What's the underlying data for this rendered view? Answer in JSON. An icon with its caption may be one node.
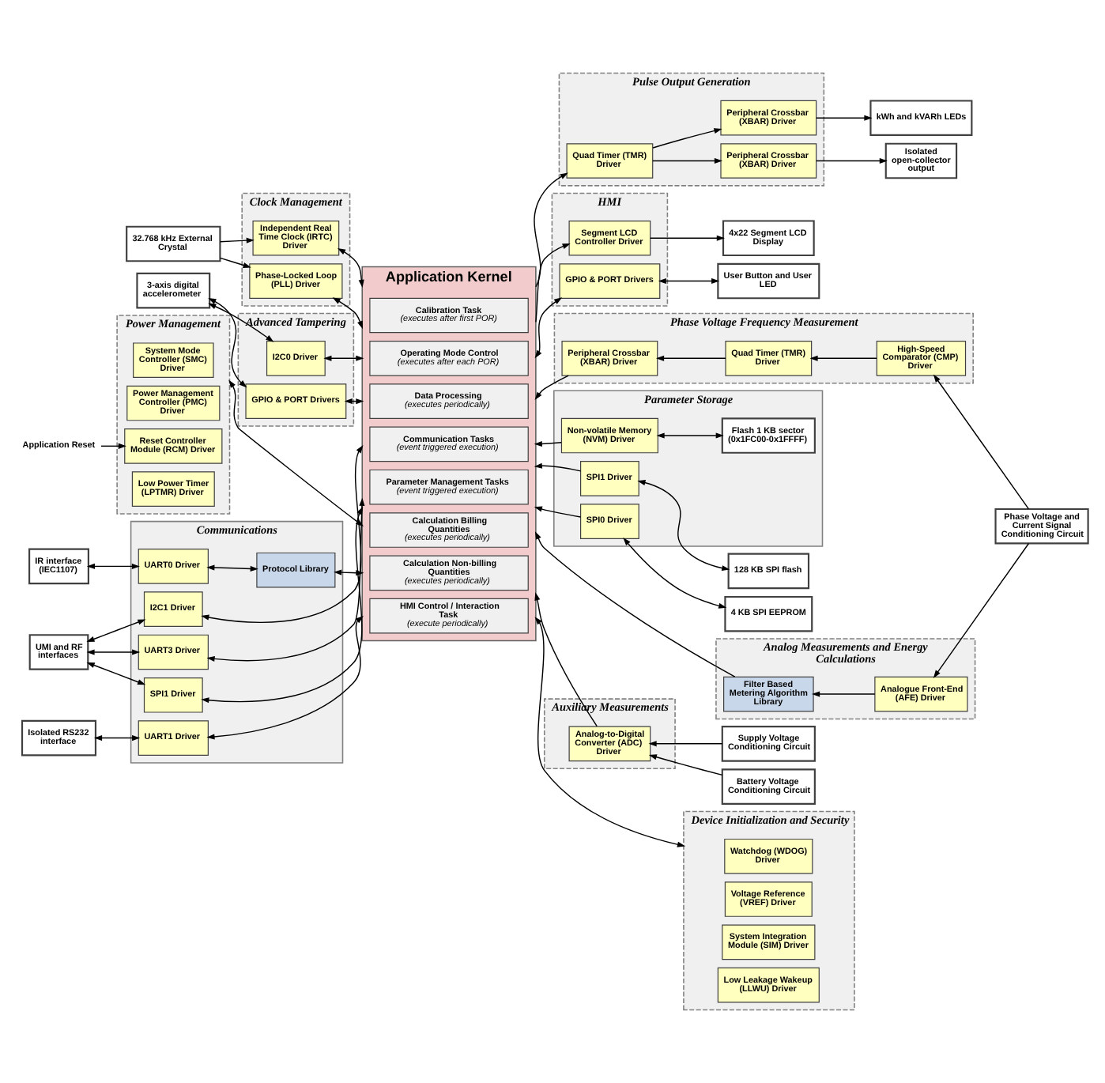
{
  "diagram": {
    "nodes": [
      {
        "text": [
          "Communications"
        ]
      },
      {
        "text": [
          "UART0 Driver"
        ],
        "in": 0
      },
      {
        "text": [
          "Protocol Library"
        ],
        "in": 0
      },
      {
        "text": [
          "UART1 Driver"
        ],
        "in": 0
      },
      {
        "text": [
          "I2C1 Driver"
        ],
        "in": 0
      },
      {
        "text": [
          "UART3 Driver"
        ],
        "in": 0
      },
      {
        "text": [
          "SPI1 Driver"
        ],
        "in": 0
      },
      {
        "text": [
          "IR interface (IEC1107)"
        ]
      },
      {
        "text": [
          "Isolated RS232 interface"
        ]
      },
      {
        "text": [
          "UMI and RF interfaces"
        ]
      },
      {
        "text": [
          "HMI"
        ]
      },
      {
        "text": [
          "Segment LCD Controller Driver"
        ],
        "in": 10
      },
      {
        "text": [
          "GPIO & PORT Drivers"
        ],
        "in": 10
      },
      {
        "text": [
          "4x22 Segment LCD Display"
        ]
      },
      {
        "text": [
          "User Button and User LED"
        ]
      },
      {
        "text": [
          "Application Kernel"
        ]
      },
      {
        "text": [
          "Calibration Task",
          "(executes after first POR)"
        ],
        "in": 15
      },
      {
        "text": [
          "Operating Mode Control",
          "(executes after each POR)"
        ],
        "in": 15
      },
      {
        "text": [
          "Data Processing",
          "(executes periodically)"
        ],
        "in": 15
      },
      {
        "text": [
          "Calculation Billing Quantities",
          "(executes periodically)"
        ],
        "in": 15
      },
      {
        "text": [
          "Calculation Non-billing Quantities",
          "(executes periodically)"
        ],
        "in": 15
      },
      {
        "text": [
          "HMI Control / Interaction Task",
          "(execute periodically)"
        ],
        "in": 15
      },
      {
        "text": [
          "Communication Tasks",
          "(event triggered execution)"
        ],
        "in": 15
      },
      {
        "text": [
          "Parameter Management Tasks",
          "(event triggered execution)"
        ],
        "in": 15
      },
      {
        "text": [
          "Pulse Output Generation"
        ]
      },
      {
        "text": [
          "Quad Timer (TMR) Driver"
        ],
        "in": 24
      },
      {
        "text": [
          "Peripheral Crossbar (XBAR) Driver"
        ],
        "in": 24
      },
      {
        "text": [
          "Peripheral Crossbar (XBAR) Driver"
        ],
        "in": 24
      },
      {
        "text": [
          "Isolated open-collector output"
        ]
      },
      {
        "text": [
          "kWh and kVARh LEDs"
        ]
      },
      {
        "text": [
          "Phase Voltage Frequency Measurement"
        ]
      },
      {
        "text": [
          "Quad Timer (TMR) Driver"
        ],
        "in": 30
      },
      {
        "text": [
          "High-Speed Comparator (CMP) Driver"
        ],
        "in": 30
      },
      {
        "text": [
          "Peripheral Crossbar (XBAR) Driver"
        ],
        "in": 30
      },
      {
        "text": [
          "Analog Measurements and Energy Calculations"
        ]
      },
      {
        "text": [
          "Filter Based Metering Algorithm Library"
        ],
        "in": 34
      },
      {
        "text": [
          "Analogue Front-End (AFE) Driver"
        ],
        "in": 34
      },
      {
        "text": [
          "Phase Voltage and Current Signal Conditioning Circuit"
        ]
      },
      {
        "text": [
          "Auxiliary Measurements"
        ]
      },
      {
        "text": [
          "Analog-to-Digital Converter (ADC) Driver"
        ],
        "in": 38
      },
      {
        "text": [
          "Battery Voltage Conditioning Circuit"
        ]
      },
      {
        "text": [
          "Supply Voltage Conditioning Circuit"
        ]
      },
      {
        "text": [
          "Device Initialization and Security"
        ]
      },
      {
        "text": [
          "Watchdog (WDOG) Driver"
        ],
        "in": 42
      },
      {
        "text": [
          "Voltage Reference (VREF) Driver"
        ],
        "in": 42
      },
      {
        "text": [
          "System Integration Module (SIM) Driver"
        ],
        "in": 42
      },
      {
        "text": [
          "Low Leakage Wakeup (LLWU) Driver"
        ],
        "in": 42
      },
      {
        "text": [
          "Clock Management"
        ]
      },
      {
        "text": [
          "Independent Real Time Clock (IRTC) Driver"
        ],
        "in": 47
      },
      {
        "text": [
          "Phase-Locked Loop (PLL) Driver"
        ],
        "in": 47
      },
      {
        "text": [
          "32.768 kHz External Crystal"
        ]
      },
      {
        "text": [
          "Advanced Tampering"
        ]
      },
      {
        "text": [
          "I2C0 Driver"
        ],
        "in": 51
      },
      {
        "text": [
          "GPIO & PORT Drivers"
        ],
        "in": 51
      },
      {
        "text": [
          "3-axis digital accelerometer"
        ]
      },
      {
        "text": [
          "Power Management"
        ]
      },
      {
        "text": [
          "System Mode Controller (SMC) Driver"
        ],
        "in": 55
      },
      {
        "text": [
          "Power Management Controller (PMC) Driver"
        ],
        "in": 55
      },
      {
        "text": [
          "Reset Controller Module (RCM) Driver"
        ],
        "in": 55
      },
      {
        "text": [
          "Low Power Timer (LPTMR) Driver"
        ],
        "in": 55
      },
      {
        "text": [
          "Application Reset"
        ]
      },
      {
        "text": [
          "Parameter Storage"
        ]
      },
      {
        "text": [
          "Non-volatile Memory (NVM) Driver"
        ],
        "in": 61
      },
      {
        "text": [
          "SPI1 Driver"
        ],
        "in": 61
      },
      {
        "text": [
          "SPI0 Driver"
        ],
        "in": 61
      },
      {
        "text": [
          "Flash 1 KB sector (0x1FC00-0x1FFFF)"
        ],
        "in": 61
      },
      {
        "text": [
          "128 KB SPI flash"
        ]
      },
      {
        "text": [
          "4 KB SPI EEPROM"
        ]
      }
    ],
    "edges": [
      {
        "from": 7,
        "to": 1,
        "arrow": "both"
      },
      {
        "from": 1,
        "to": 2,
        "arrow": "both"
      },
      {
        "from": 2,
        "to": 15,
        "arrow": "both"
      },
      {
        "from": 8,
        "to": 3,
        "arrow": "both"
      },
      {
        "from": 3,
        "to": 15,
        "arrow": "both"
      },
      {
        "from": 4,
        "to": 15,
        "arrow": "both"
      },
      {
        "from": 5,
        "to": 15,
        "arrow": "both"
      },
      {
        "from": 6,
        "to": 15,
        "arrow": "both"
      },
      {
        "from": 9,
        "to": 4,
        "arrow": "both"
      },
      {
        "from": 9,
        "to": 5,
        "arrow": "both"
      },
      {
        "from": 9,
        "to": 6,
        "arrow": "both"
      },
      {
        "from": 15,
        "to": 11,
        "arrow": "to"
      },
      {
        "from": 11,
        "to": 13,
        "arrow": "to"
      },
      {
        "from": 15,
        "to": 12,
        "arrow": "both"
      },
      {
        "from": 12,
        "to": 14,
        "arrow": "both"
      },
      {
        "from": 15,
        "to": 25,
        "arrow": "to"
      },
      {
        "from": 25,
        "to": 26,
        "arrow": "to"
      },
      {
        "from": 25,
        "to": 27,
        "arrow": "to"
      },
      {
        "from": 26,
        "to": 28,
        "arrow": "to"
      },
      {
        "from": 27,
        "to": 29,
        "arrow": "to"
      },
      {
        "from": 32,
        "to": 31,
        "arrow": "to"
      },
      {
        "from": 31,
        "to": 33,
        "arrow": "to"
      },
      {
        "from": 33,
        "to": 15,
        "arrow": "to"
      },
      {
        "from": 37,
        "to": 32,
        "arrow": "to"
      },
      {
        "from": 37,
        "to": 36,
        "arrow": "to"
      },
      {
        "from": 36,
        "to": 35,
        "arrow": "to"
      },
      {
        "from": 35,
        "to": 15,
        "arrow": "to"
      },
      {
        "from": 40,
        "to": 39,
        "arrow": "to"
      },
      {
        "from": 41,
        "to": 39,
        "arrow": "to"
      },
      {
        "from": 39,
        "to": 15,
        "arrow": "to"
      },
      {
        "from": 15,
        "to": 42,
        "arrow": "both"
      },
      {
        "from": 50,
        "to": 48,
        "arrow": "to"
      },
      {
        "from": 50,
        "to": 49,
        "arrow": "to"
      },
      {
        "from": 48,
        "to": 15,
        "arrow": "both"
      },
      {
        "from": 49,
        "to": 15,
        "arrow": "both"
      },
      {
        "from": 54,
        "to": 52,
        "arrow": "both"
      },
      {
        "from": 54,
        "to": 53,
        "arrow": "both"
      },
      {
        "from": 52,
        "to": 15,
        "arrow": "both"
      },
      {
        "from": 53,
        "to": 15,
        "arrow": "both"
      },
      {
        "from": 15,
        "to": 55,
        "arrow": "both"
      },
      {
        "from": 60,
        "to": 58,
        "arrow": "to"
      },
      {
        "from": 62,
        "to": 15,
        "arrow": "to"
      },
      {
        "from": 63,
        "to": 15,
        "arrow": "to"
      },
      {
        "from": 64,
        "to": 15,
        "arrow": "to"
      },
      {
        "from": 62,
        "to": 65,
        "arrow": "both"
      },
      {
        "from": 63,
        "to": 66,
        "arrow": "both"
      },
      {
        "from": 64,
        "to": 67,
        "arrow": "both"
      }
    ]
  }
}
